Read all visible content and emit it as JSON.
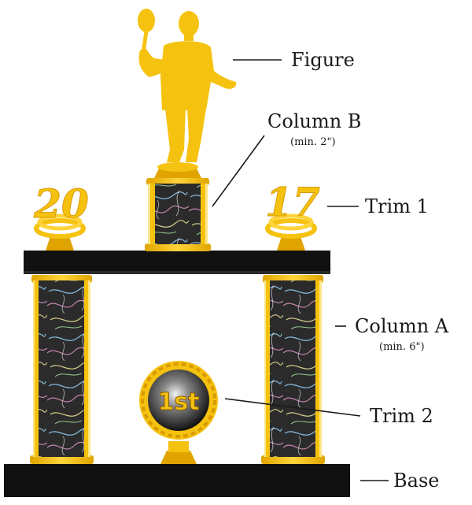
{
  "figure": {
    "trim1_left_text": "20",
    "trim1_right_text": "17",
    "trim2_text": "1st"
  },
  "labels": {
    "figure": "Figure",
    "column_b": "Column B",
    "column_b_note": "(min. 2\")",
    "trim1": "Trim 1",
    "column_a": "Column A",
    "column_a_note": "(min. 6\")",
    "trim2": "Trim 2",
    "base": "Base"
  },
  "colors": {
    "gold": "#f5c20f",
    "gold_dark": "#d99a00",
    "gold_light": "#fde68a",
    "black": "#111111",
    "column_fill": "#2a2a2a"
  }
}
